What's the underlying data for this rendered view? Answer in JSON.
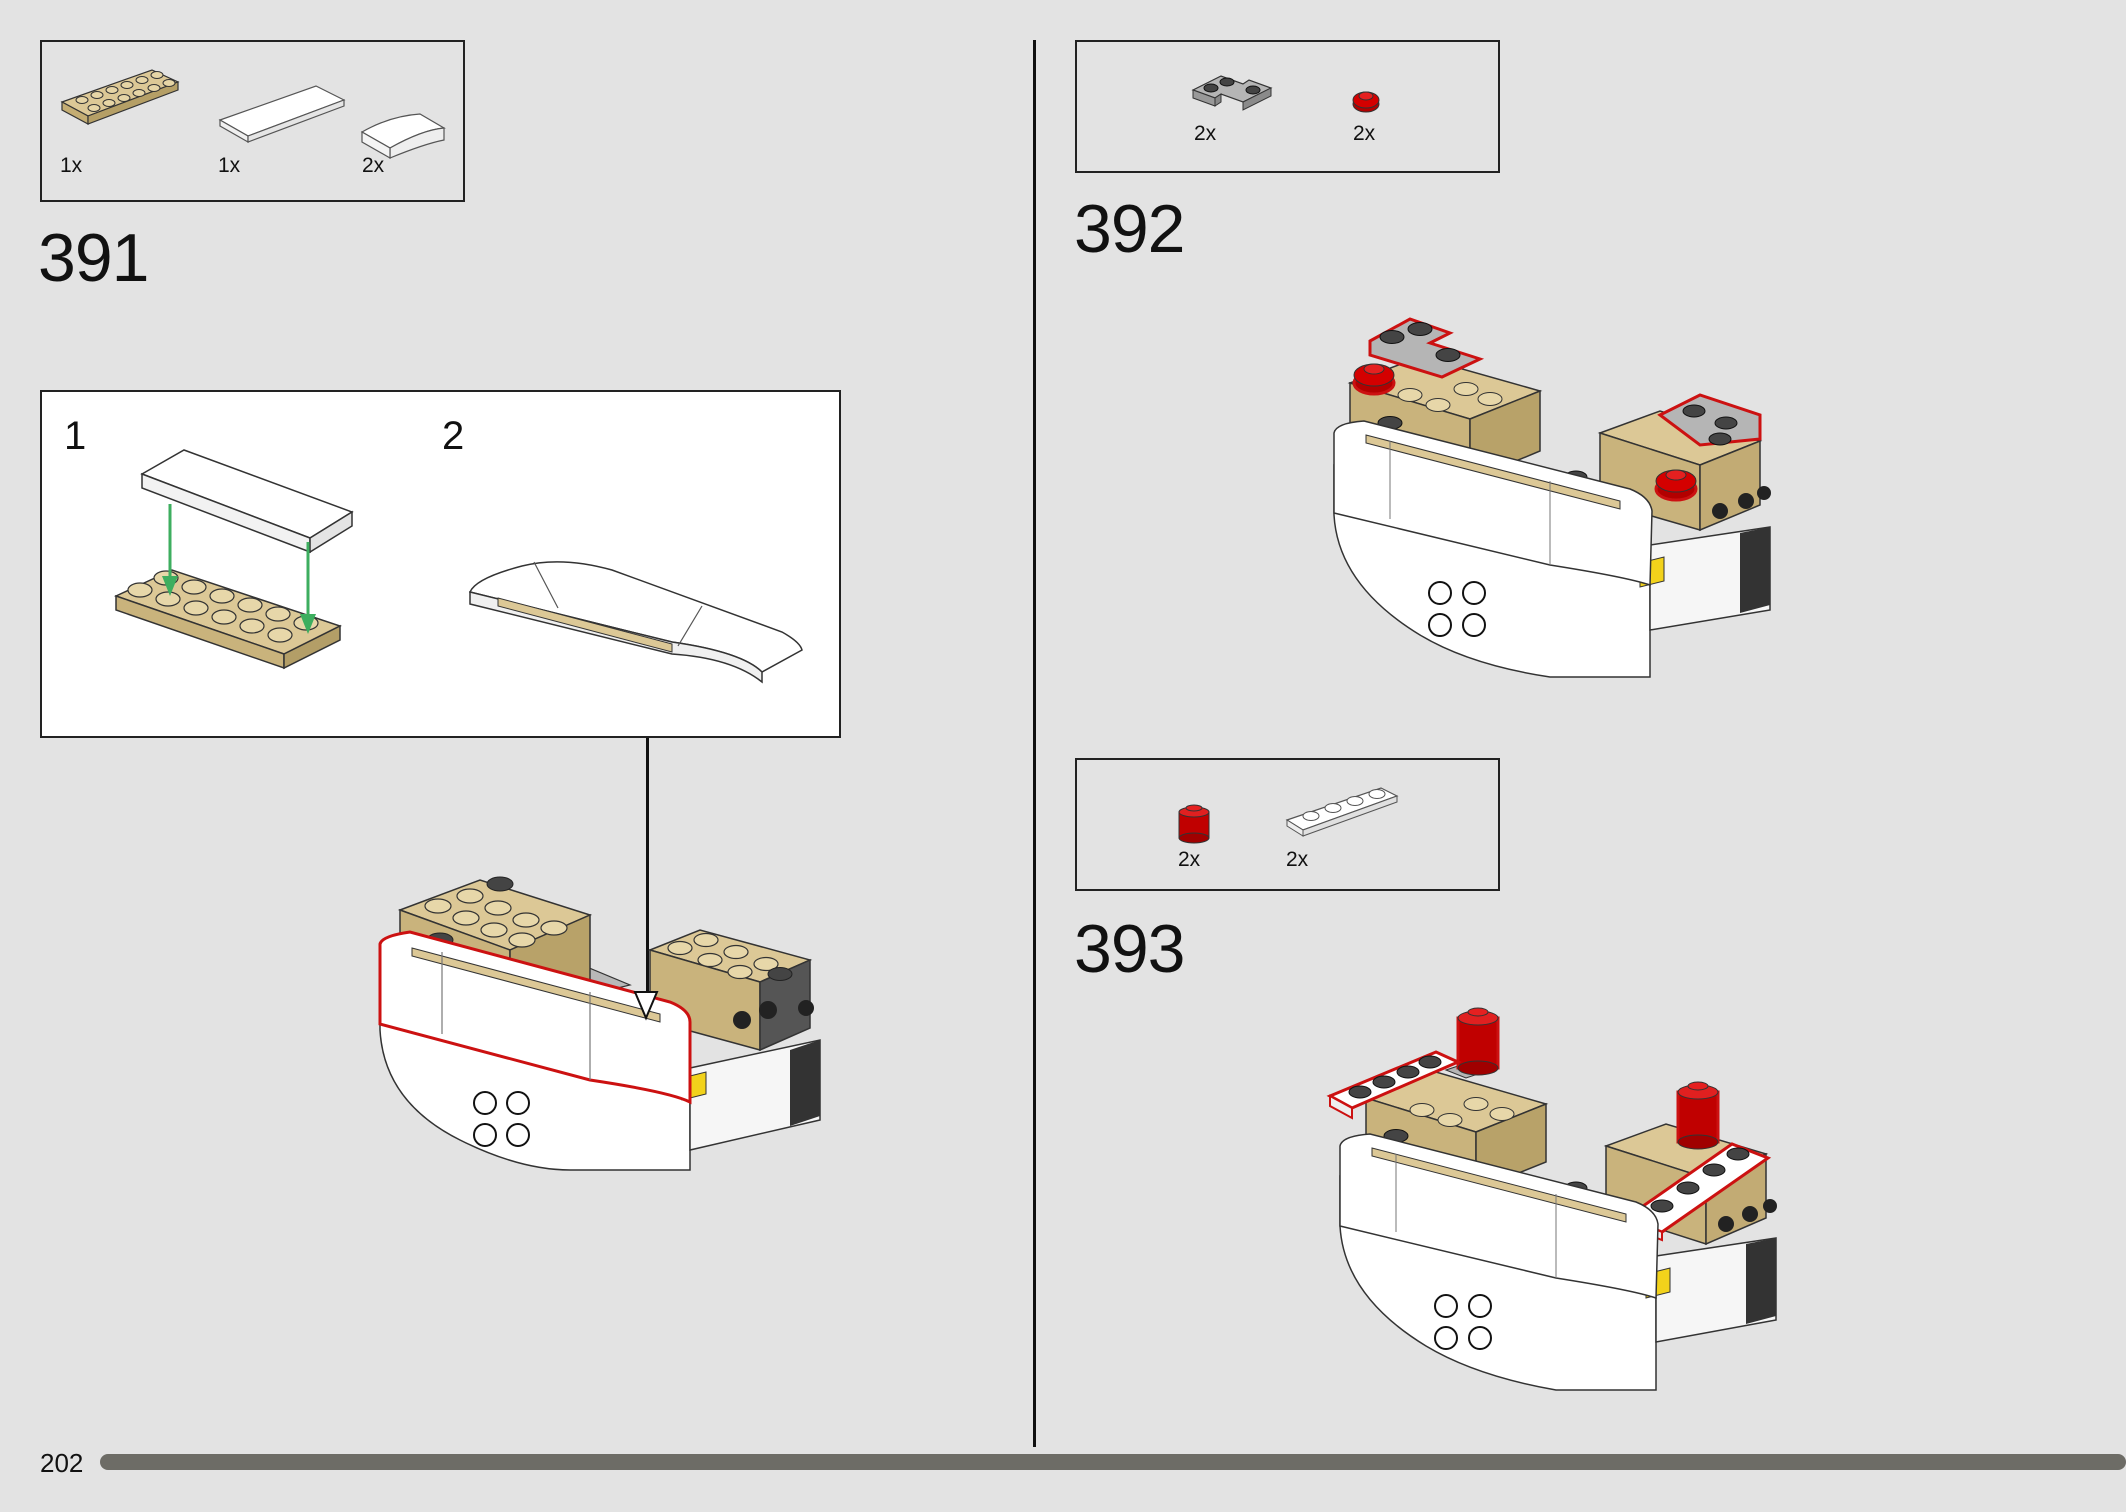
{
  "page": {
    "number": "202",
    "progress": 1.0
  },
  "steps": [
    {
      "number": "391",
      "parts": [
        {
          "qty": "1x",
          "icon": "tan-plate-2x6-icon"
        },
        {
          "qty": "1x",
          "icon": "white-tile-2x6-icon"
        },
        {
          "qty": "2x",
          "icon": "white-curved-slope-icon"
        }
      ],
      "substeps": [
        "1",
        "2"
      ]
    },
    {
      "number": "392",
      "parts": [
        {
          "qty": "2x",
          "icon": "grey-corner-plate-icon"
        },
        {
          "qty": "2x",
          "icon": "red-round-plate-icon"
        }
      ]
    },
    {
      "number": "393",
      "parts": [
        {
          "qty": "2x",
          "icon": "red-round-brick-icon"
        },
        {
          "qty": "2x",
          "icon": "white-plate-1x4-icon"
        }
      ]
    }
  ],
  "colors": {
    "background": "#e3e3e3",
    "tan": "#dcc896",
    "white_brick": "#ffffff",
    "dark_grey": "#555555",
    "light_grey": "#a9a9a9",
    "red": "#d40000",
    "highlight": "#cc1111",
    "arrow_green": "#3dae5f",
    "progress": "#6d6c66"
  }
}
